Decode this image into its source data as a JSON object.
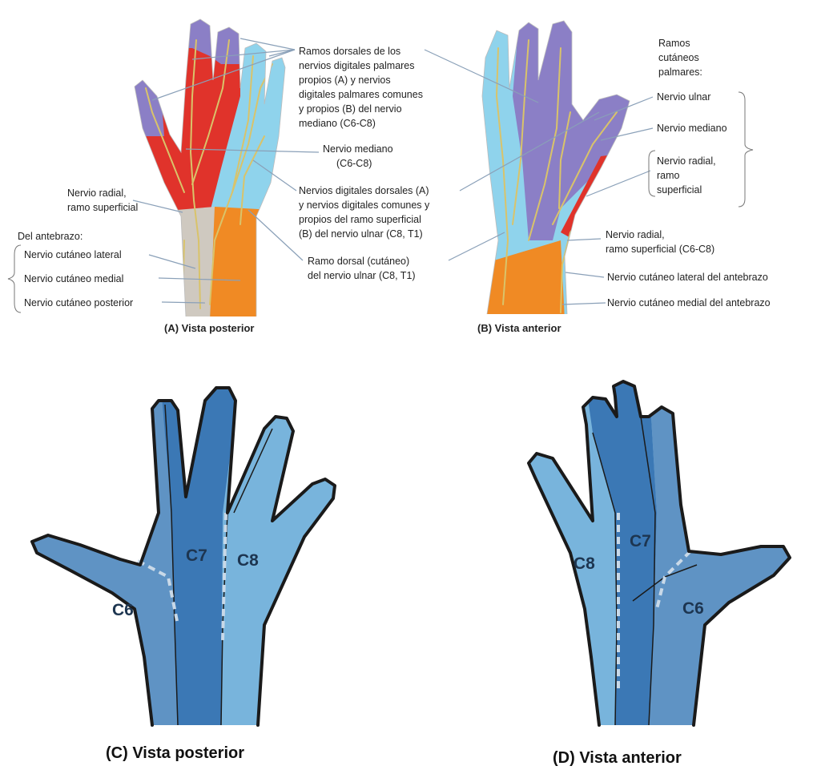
{
  "panel_a": {
    "labels": {
      "ramos_dorsales": [
        "Ramos dorsales de los",
        "nervios digitales palmares",
        "propios (A) y nervios",
        "digitales palmares comunes",
        "y propios (B) del nervio",
        "mediano (C6-C8)"
      ],
      "nervio_mediano": [
        "Nervio mediano",
        "(C6-C8)"
      ],
      "nervio_radial": [
        "Nervio radial,",
        "ramo superficial"
      ],
      "digitales_dorsales": [
        "Nervios digitales dorsales (A)",
        "y nervios digitales comunes y",
        "propios del ramo superficial",
        "(B) del nervio ulnar (C8, T1)"
      ],
      "ramo_dorsal": [
        "Ramo dorsal (cutáneo)",
        "del nervio ulnar (C8, T1)"
      ],
      "del_antebrazo": "Del antebrazo:",
      "cutaneo_lateral": "Nervio cutáneo lateral",
      "cutaneo_medial": "Nervio cutáneo medial",
      "cutaneo_posterior": "Nervio cutáneo posterior"
    },
    "caption": "(A) Vista posterior"
  },
  "panel_b": {
    "labels": {
      "ramos_cutaneos": [
        "Ramos",
        "cutáneos",
        "palmares:"
      ],
      "nervio_ulnar": "Nervio ulnar",
      "nervio_mediano": "Nervio mediano",
      "radial_superficial": [
        "Nervio radial,",
        "ramo",
        "superficial"
      ],
      "radial_c6c8": [
        "Nervio radial,",
        "ramo superficial (C6-C8)"
      ],
      "cutaneo_lateral": "Nervio cutáneo lateral del antebrazo",
      "cutaneo_medial": "Nervio cutáneo medial del antebrazo"
    },
    "caption": "(B) Vista anterior"
  },
  "panel_c": {
    "segments": [
      "C6",
      "C7",
      "C8"
    ],
    "caption": "(C) Vista posterior"
  },
  "panel_d": {
    "segments": [
      "C8",
      "C7",
      "C6"
    ],
    "caption": "(D) Vista anterior"
  },
  "colors": {
    "median_red": "#e0332b",
    "ulnar_blue": "#8fd3ec",
    "median_purple": "#8b7fc6",
    "radial_orange": "#f08a24",
    "forearm_gray": "#cfc9c0",
    "nerve_yellow": "#d9c36a",
    "c6": "#5f93c4",
    "c7": "#3b78b5",
    "c8": "#78b4dc"
  }
}
